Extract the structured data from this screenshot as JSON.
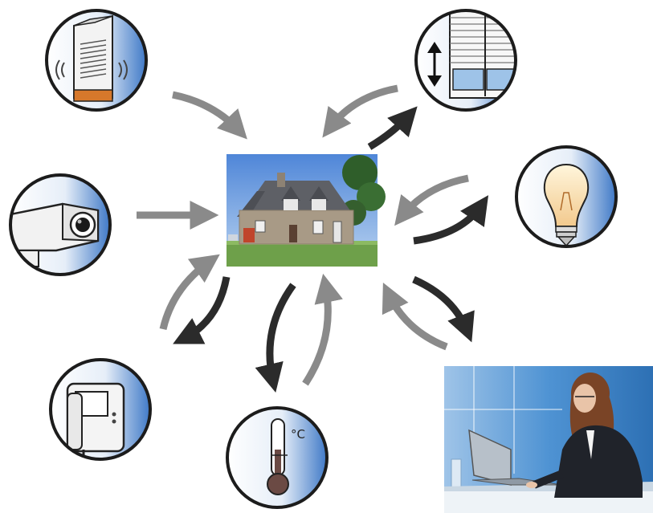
{
  "diagram": {
    "center": {
      "name": "house-photo",
      "description_kind": "photo"
    },
    "nodes": [
      {
        "id": "heater",
        "icon": "heater-icon",
        "direction": "to-center"
      },
      {
        "id": "shutter",
        "icon": "window-shutter-icon",
        "direction": "both"
      },
      {
        "id": "camera",
        "icon": "security-camera-icon",
        "direction": "to-center"
      },
      {
        "id": "light",
        "icon": "light-bulb-icon",
        "direction": "both"
      },
      {
        "id": "intercom",
        "icon": "intercom-icon",
        "direction": "both"
      },
      {
        "id": "thermostat",
        "icon": "thermometer-icon",
        "direction": "both"
      },
      {
        "id": "office",
        "icon": "woman-at-laptop-photo",
        "direction": "both"
      }
    ],
    "thermometer_unit": "°C",
    "colors": {
      "arrow_in": "#8a8a8a",
      "arrow_out": "#2b2b2b",
      "circle_stroke": "#1c1c1c",
      "circle_fill_light": "#f4f8fc",
      "circle_fill_blue": "#3f79c7",
      "sky": "#5d8ed6",
      "grass": "#6ea04a",
      "stone": "#a89a86",
      "roof": "#5e6066",
      "office_blue": "#3d86c8"
    }
  }
}
